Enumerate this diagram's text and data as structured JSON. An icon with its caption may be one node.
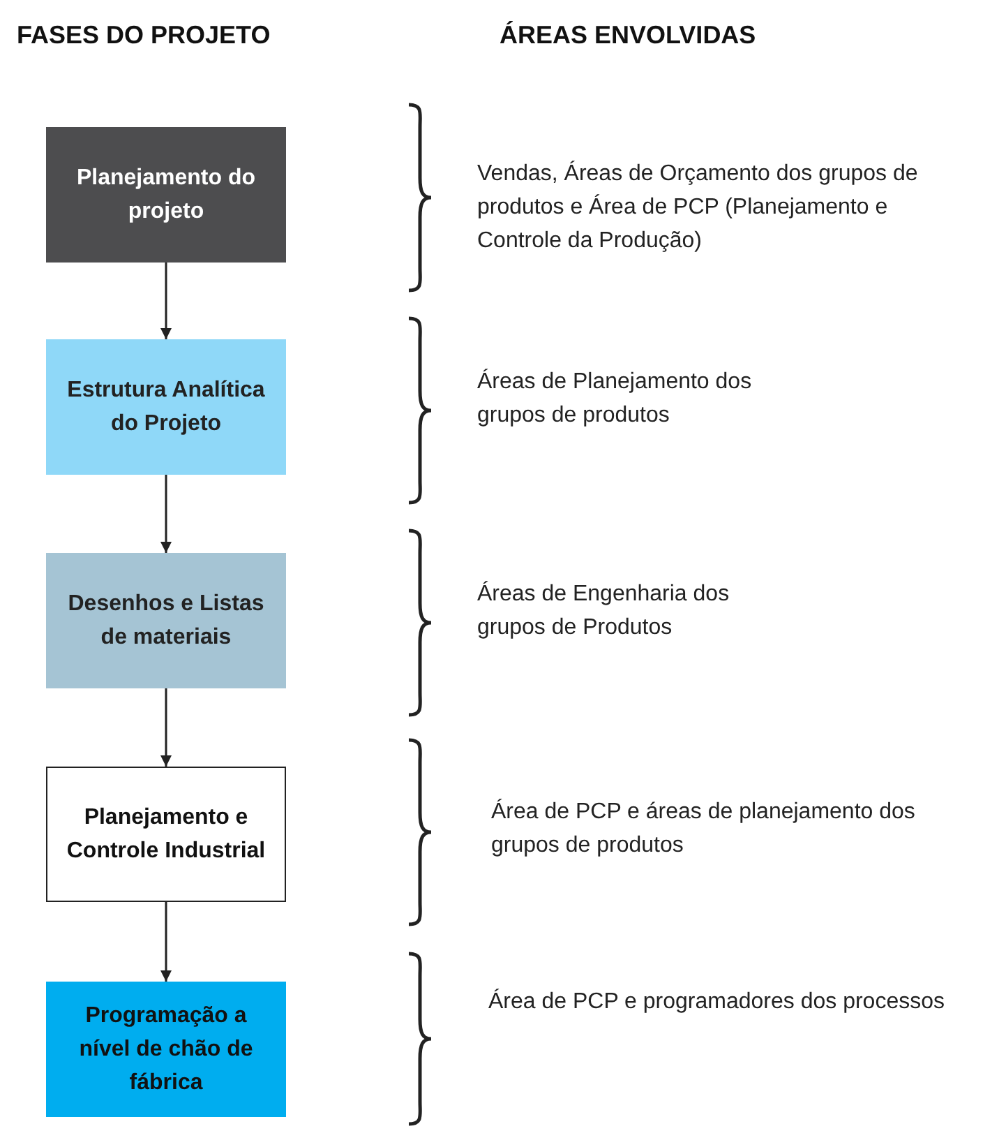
{
  "diagram": {
    "nodes": [
      {
        "text": [
          "Planejamento do projeto"
        ]
      },
      {
        "text": [
          "Estrutura Analítica do Projeto"
        ]
      },
      {
        "text": [
          "Desenhos e Listas de materiais"
        ]
      },
      {
        "text": [
          "Planejamento e Controle Industrial"
        ]
      },
      {
        "text": [
          "Programação a nível de chão de fábrica"
        ]
      }
    ],
    "edges": [
      {
        "from": 0,
        "to": 1,
        "arrow": "to"
      },
      {
        "from": 1,
        "to": 2,
        "arrow": "to"
      },
      {
        "from": 2,
        "to": 3,
        "arrow": "to"
      },
      {
        "from": 3,
        "to": 4,
        "arrow": "to"
      }
    ],
    "labels": [
      "FASES DO PROJETO",
      "ÁREAS ENVOLVIDAS",
      "Vendas, Áreas de Orçamento dos grupos de produtos e Área de PCP (Planejamento e Controle da Produção)",
      "Áreas de Planejamento dos grupos de produtos",
      "Áreas de Engenharia dos grupos de Produtos",
      "Área de PCP e áreas de planejamento dos grupos de produtos",
      "Área de PCP e programadores dos processos"
    ]
  }
}
